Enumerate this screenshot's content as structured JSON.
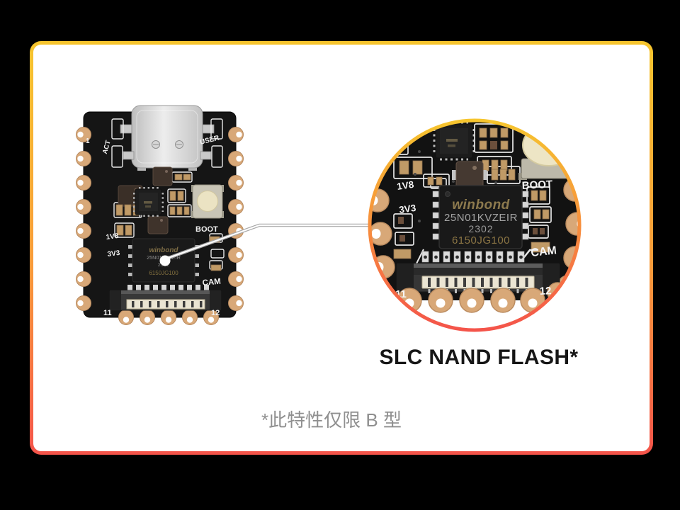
{
  "figure": {
    "caption": "SLC NAND FLASH*",
    "footnote": "*此特性仅限 B 型",
    "board": {
      "silkscreen": {
        "pin1": "1",
        "act": "ACT",
        "user": "USER",
        "boot": "BOOT",
        "v1v8": "1V8",
        "v3v3": "3V3",
        "cam": "CAM",
        "pin11": "11",
        "pin12": "12"
      },
      "flash_chip": {
        "brand": "winbond",
        "part_number": "25N01KVZEIR",
        "date_code": "2302",
        "lot_code": "6150JG100"
      }
    },
    "colors": {
      "background": "#000000",
      "panel": "#ffffff",
      "frame_top": "#f6c52e",
      "frame_bottom": "#f4544a",
      "pcb": "#141414",
      "castellation_pad": "#d8a878",
      "boot_button": "#ece4c4",
      "chip_brand_text": "#8d7a4e",
      "chip_marking_text": "#a3a3a3",
      "caption_text": "#161616",
      "footnote_text": "#8f8f8f"
    }
  }
}
